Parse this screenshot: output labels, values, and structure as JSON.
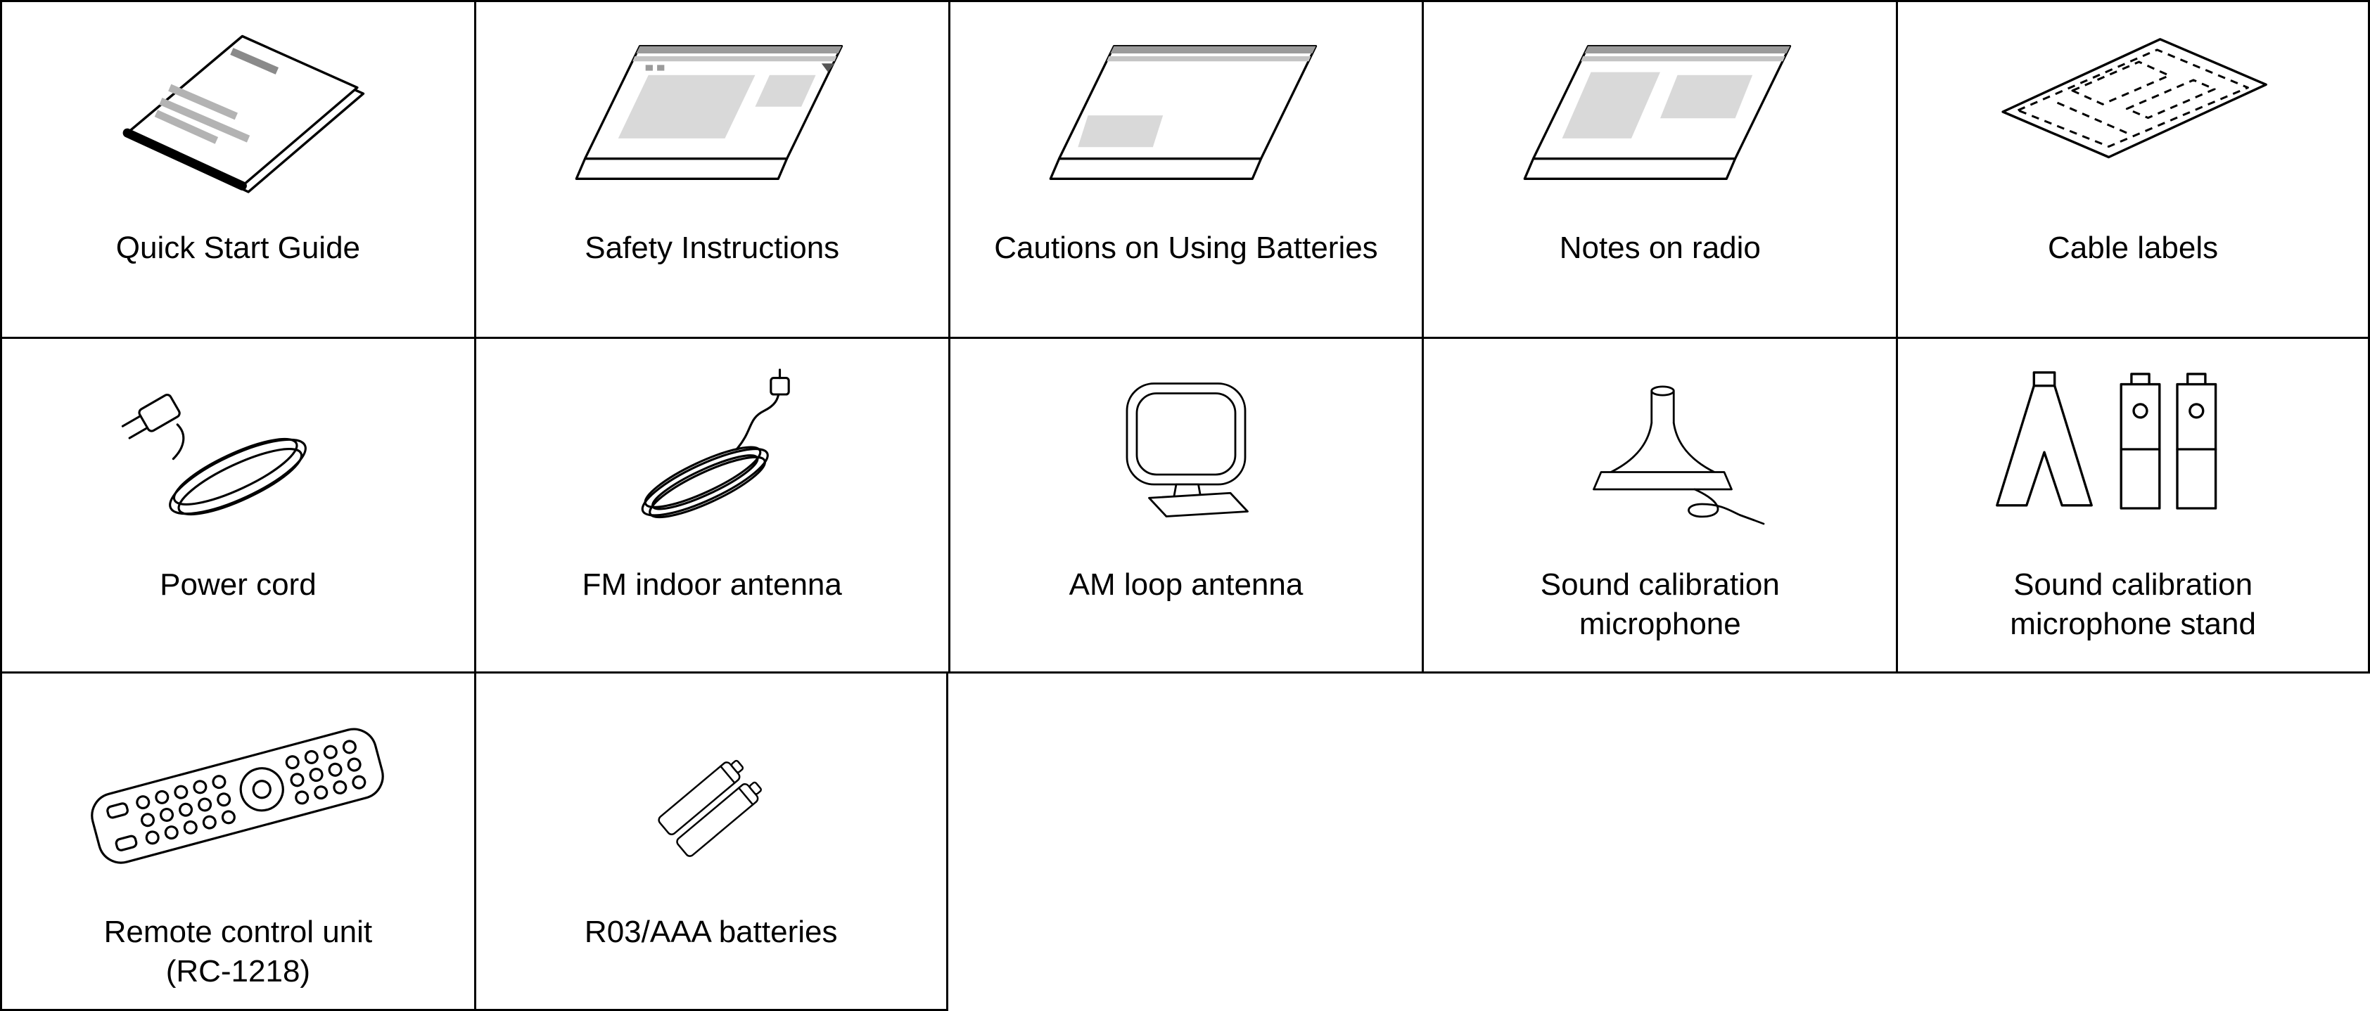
{
  "accessories": {
    "items": [
      {
        "label": "Quick Start Guide"
      },
      {
        "label": "Safety Instructions"
      },
      {
        "label": "Cautions on Using Batteries"
      },
      {
        "label": "Notes on radio"
      },
      {
        "label": "Cable labels"
      },
      {
        "label": "Power cord"
      },
      {
        "label": "FM indoor antenna"
      },
      {
        "label": "AM loop antenna"
      },
      {
        "label": "Sound calibration\nmicrophone"
      },
      {
        "label": "Sound calibration\nmicrophone stand"
      },
      {
        "label": "Remote control unit\n(RC-1218)"
      },
      {
        "label": "R03/AAA batteries"
      }
    ]
  },
  "colors": {
    "line": "#000000",
    "fill_light_gray": "#d9d9d9",
    "fill_mid_gray": "#c4c4c4",
    "fill_dark_gray": "#9b9b9b",
    "background": "#ffffff"
  }
}
